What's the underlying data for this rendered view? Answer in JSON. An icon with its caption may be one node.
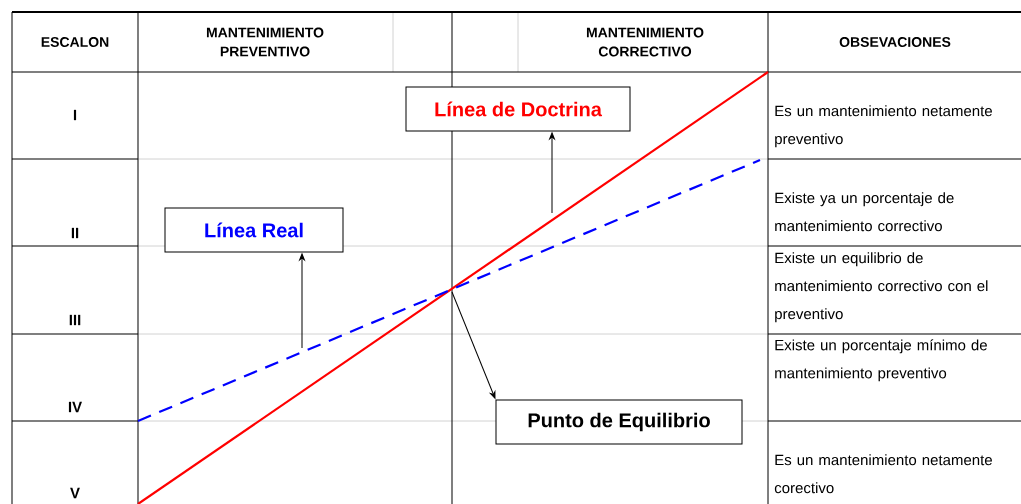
{
  "diagram": {
    "nodes": [
      {
        "text": [
          "Línea de Doctrina"
        ]
      },
      {
        "text": [
          "Línea Real"
        ]
      },
      {
        "text": [
          "Punto de Equilibrio"
        ]
      }
    ],
    "edges": [
      {
        "from": null,
        "to": 0,
        "arrow": "to"
      },
      {
        "from": null,
        "to": 1,
        "arrow": "to"
      },
      {
        "from": null,
        "to": 2,
        "arrow": "to"
      }
    ],
    "labels": [
      "ESCALON",
      "MANTENIMIENTO PREVENTIVO",
      "MANTENIMIENTO CORRECTIVO",
      "OBSEVACIONES",
      "I",
      "Es un mantenimiento netamente preventivo",
      "II",
      "Existe ya un porcentaje de mantenimiento correctivo",
      "III",
      "Existe un equilibrio de mantenimiento correctivo con el preventivo",
      "IV",
      "Existe un porcentaje mínimo de mantenimiento preventivo",
      "V",
      "Es un mantenimiento netamente corectivo"
    ]
  }
}
